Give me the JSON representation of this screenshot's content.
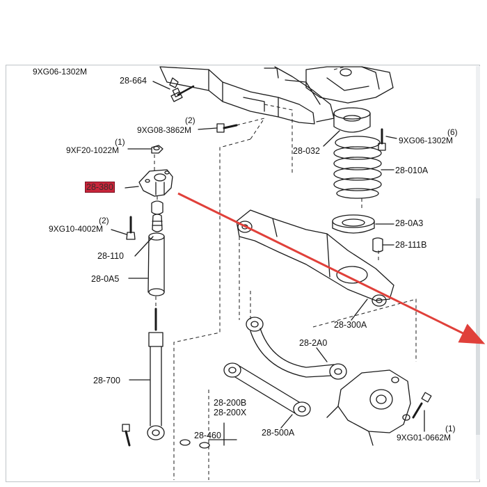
{
  "colors": {
    "line": "#1a1a1a",
    "arrow": "#e0403a",
    "highlight": "#c8253a",
    "frame": "#bfc4c8"
  },
  "labels": {
    "top_left_bolt": "9XG06-1302M",
    "bolt_28664": "28-664",
    "bolt_9xg08_qty": "(2)",
    "bolt_9xg08": "9XG08-3862M",
    "nut_qty": "(1)",
    "nut_9xf20": "9XF20-1022M",
    "mount_28380": "28-380",
    "bolt_9xg10_qty": "(2)",
    "bolt_9xg10": "9XG10-4002M",
    "bumper_28110": "28-110",
    "boot_280a5": "28-0A5",
    "shock_28700": "28-700",
    "seat_28032": "28-032",
    "bolt_right_qty": "(6)",
    "bolt_right": "9XG06-1302M",
    "spring_28010a": "28-010A",
    "seat_280a3": "28-0A3",
    "bump_28111b": "28-111B",
    "arm_28300a": "28-300A",
    "link_282a0": "28-2A0",
    "arm_28200b": "28-200B",
    "arm_28200x": "28-200X",
    "link_28460": "28-460",
    "link_28500a": "28-500A",
    "bolt_bottom_qty": "(1)",
    "bolt_bottom": "9XG01-0662M"
  }
}
